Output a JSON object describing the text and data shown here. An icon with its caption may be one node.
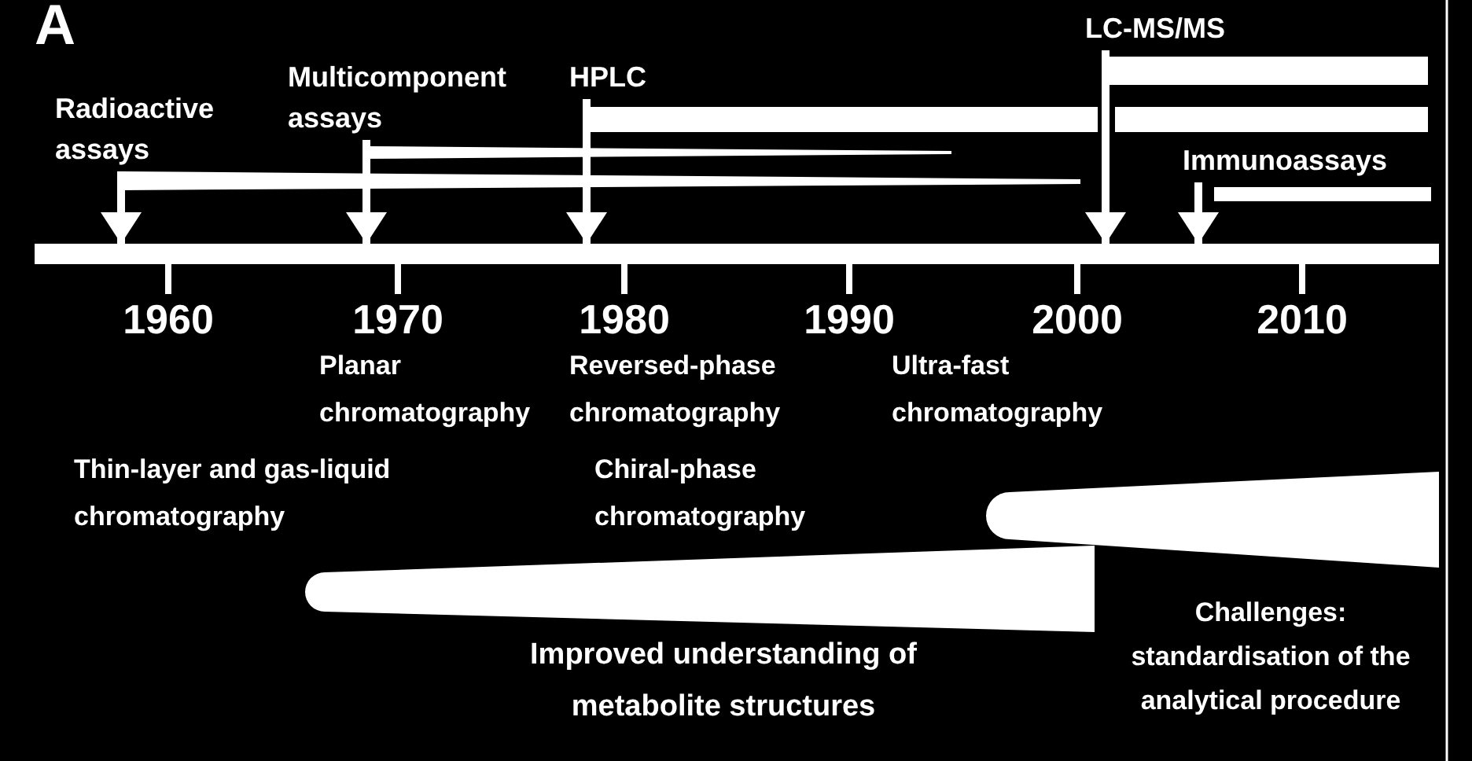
{
  "diagram": {
    "nodes": [
      {
        "text": [
          "Radioactive assays"
        ]
      },
      {
        "text": [
          "Multicomponent assays"
        ]
      },
      {
        "text": [
          "HPLC"
        ]
      },
      {
        "text": [
          "LC-MS/MS"
        ]
      },
      {
        "text": [
          "Immunoassays"
        ]
      },
      {
        "text": [],
        "shape": "bar"
      },
      {
        "text": [],
        "shape": "wedge"
      },
      {
        "text": [],
        "shape": "wedge"
      },
      {
        "text": [],
        "shape": "bar"
      },
      {
        "text": [],
        "shape": "bar"
      },
      {
        "text": [],
        "shape": "bar"
      },
      {
        "text": [],
        "shape": "bar"
      },
      {
        "text": [],
        "shape": "wedge",
        "beside": [
          "Challenges: standardisation of the analytical procedure"
        ]
      },
      {
        "text": [],
        "shape": "wedge",
        "beside": [
          "Improved understanding of metabolite structures"
        ]
      }
    ],
    "edges": [
      {
        "from": 0,
        "to": 5,
        "arrow": "to"
      },
      {
        "from": 1,
        "to": 5,
        "arrow": "to"
      },
      {
        "from": 2,
        "to": 5,
        "arrow": "to"
      },
      {
        "from": 3,
        "to": 5,
        "arrow": "to"
      },
      {
        "from": 4,
        "to": 5,
        "arrow": "to"
      }
    ],
    "labels": [
      "A",
      "1960",
      "1970",
      "1980",
      "1990",
      "2000",
      "2010",
      "Planar chromatography",
      "Reversed-phase chromatography",
      "Ultra-fast chromatography",
      "Thin-layer and gas-liquid chromatography",
      "Chiral-phase chromatography"
    ]
  }
}
